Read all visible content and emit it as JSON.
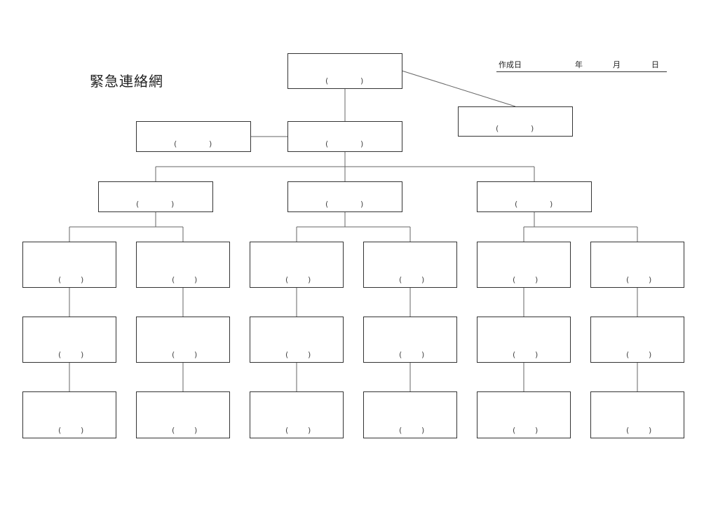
{
  "document": {
    "title": "緊急連絡網",
    "date_row": {
      "label": "作成日",
      "year": "年",
      "month": "月",
      "day": "日"
    }
  },
  "parens": {
    "open": "(",
    "close": ")"
  },
  "colors": {
    "box_border": "#333333",
    "line": "#666666",
    "background": "#ffffff"
  },
  "tree": {
    "root": {
      "level": 0,
      "name": "",
      "note": ""
    },
    "side_contact": {
      "level": 0,
      "name": "",
      "note": ""
    },
    "level1": {
      "center": {
        "name": "",
        "note": ""
      },
      "left": {
        "name": "",
        "note": ""
      }
    },
    "level2": [
      {
        "name": "",
        "note": ""
      },
      {
        "name": "",
        "note": ""
      },
      {
        "name": "",
        "note": ""
      }
    ],
    "level3_columns": 6,
    "level3_rows": 3
  }
}
